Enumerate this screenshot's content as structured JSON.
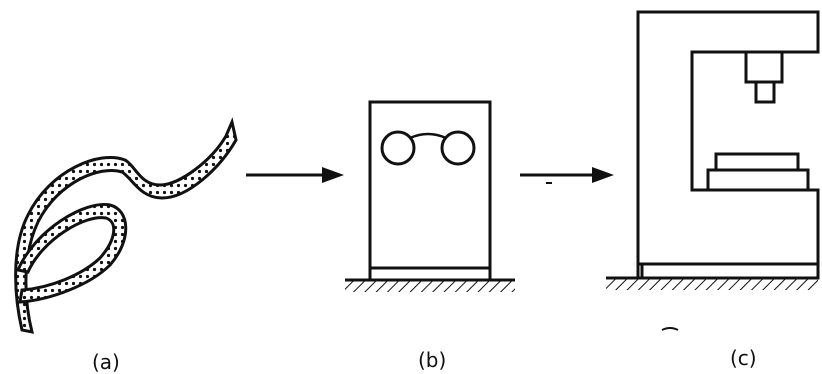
{
  "colors": {
    "ink": "#111111",
    "background": "#ffffff"
  },
  "captions": {
    "a": "(a)",
    "b": "(b)",
    "c": "(c)"
  }
}
